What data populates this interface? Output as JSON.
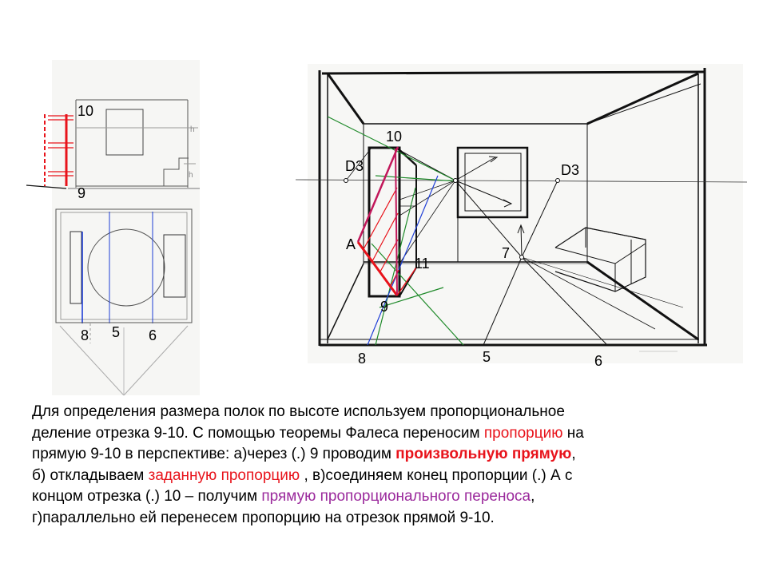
{
  "labels": {
    "left_10": "10",
    "left_9": "9",
    "left_8": "8",
    "left_5": "5",
    "left_6": "6",
    "p_10": "10",
    "p_d3_left": "D3",
    "p_d3_right": "D3",
    "p_a": "A",
    "p_7": "7",
    "p_11": "11",
    "p_9": "9",
    "p_8": "8",
    "p_5": "5",
    "p_6": "6"
  },
  "caption": {
    "t1": "Для определения размера полок по высоте используем пропорциональное",
    "t2": "деление отрезка 9-10. С помощью теоремы Фалеса переносим ",
    "r1": "пропорцию",
    "t3": " на",
    "t4": "прямую 9-10  в перспективе: а)через (.) 9 проводим ",
    "r2": "произвольную прямую",
    "t5": ",",
    "t6": "б) откладываем ",
    "r3": "заданную пропорцию",
    "t7": " , в)соединяем конец пропорции (.) А с",
    "t8": "концом отрезка  (.) 10 – получим ",
    "p1": "прямую пропорционального переноса",
    "t9": ",",
    "t10": "г)параллельно ей перенесем пропорцию на отрезок прямой 9-10."
  },
  "colors": {
    "line": "#111111",
    "red": "#e8131b",
    "magenta": "#c2185b",
    "green": "#1f8a2a",
    "blue": "#1f3fd6",
    "purple": "#9b2a9c"
  }
}
